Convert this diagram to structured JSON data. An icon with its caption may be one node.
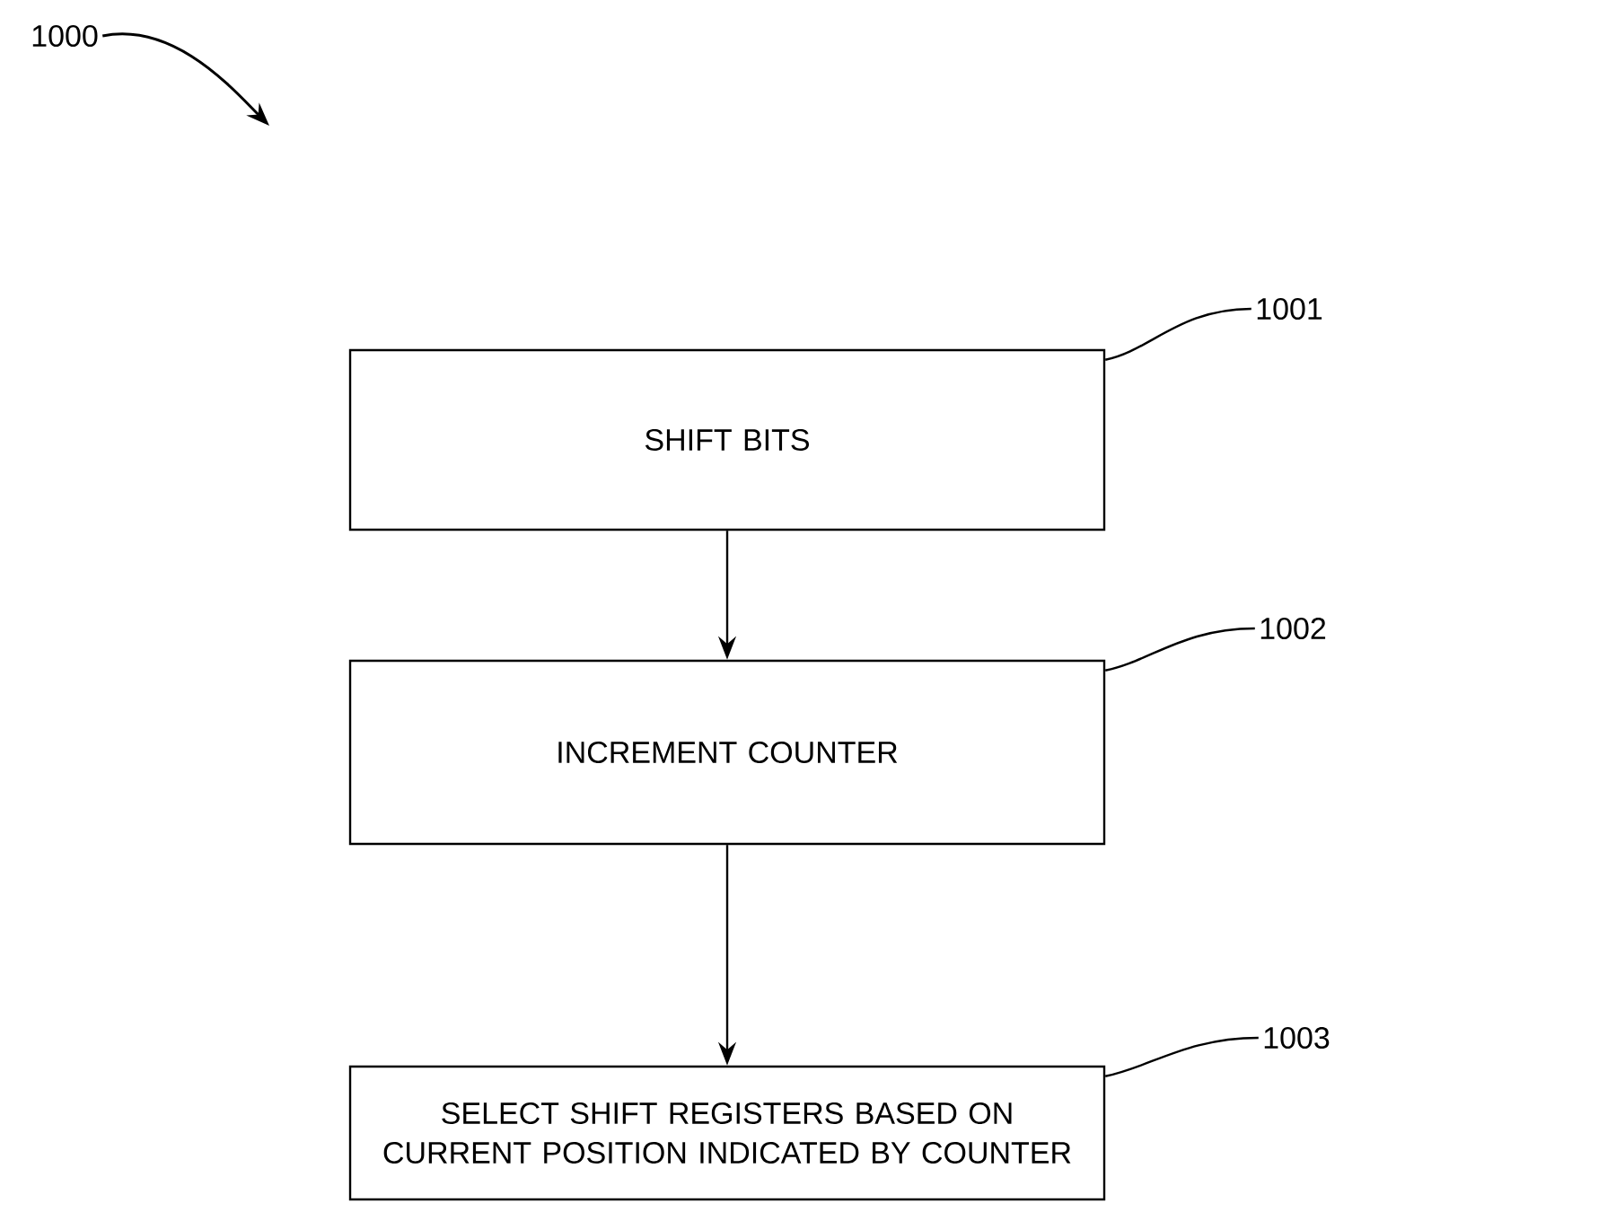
{
  "diagram": {
    "nodes": [
      {
        "text": [
          "SHIFT BITS"
        ]
      },
      {
        "text": [
          "INCREMENT COUNTER"
        ]
      },
      {
        "text": [
          "SELECT SHIFT REGISTERS BASED ON CURRENT POSITION INDICATED BY COUNTER"
        ]
      },
      {
        "text": [
          "1000"
        ]
      },
      {
        "text": [
          "1001"
        ]
      },
      {
        "text": [
          "1002"
        ]
      },
      {
        "text": [
          "1003"
        ]
      }
    ],
    "edges": [
      {
        "from": 0,
        "to": 1,
        "arrow": "to"
      },
      {
        "from": 1,
        "to": 2,
        "arrow": "to"
      },
      {
        "from": 3,
        "to": null,
        "arrow": "to"
      },
      {
        "from": 4,
        "to": 0,
        "arrow": "none"
      },
      {
        "from": 5,
        "to": 1,
        "arrow": "none"
      },
      {
        "from": 6,
        "to": 2,
        "arrow": "none"
      }
    ]
  }
}
